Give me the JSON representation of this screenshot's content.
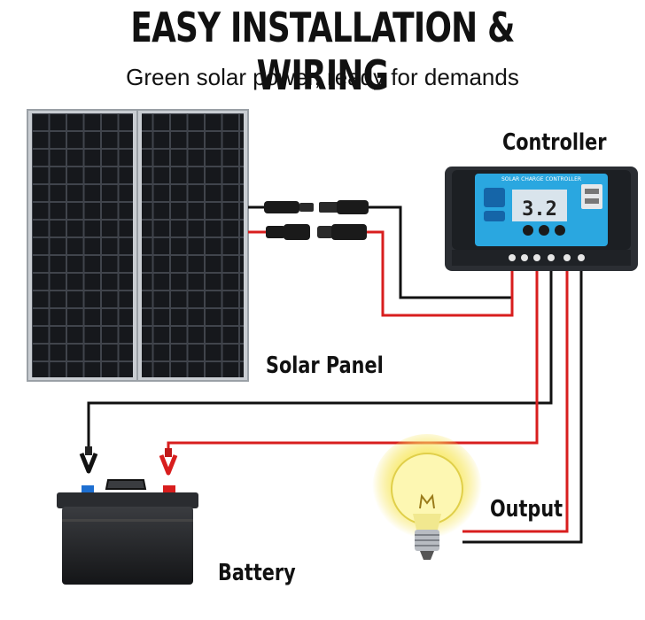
{
  "header": {
    "title": "EASY INSTALLATION & WIRING",
    "subtitle": "Green solar power, ready for demands"
  },
  "labels": {
    "controller": "Controller",
    "solar_panel": "Solar Panel",
    "battery": "Battery",
    "output": "Output"
  },
  "controller_screen": {
    "header": "SOLAR CHARGE CONTROLLER",
    "reading": "3.2"
  },
  "colors": {
    "positive_wire": "#d81e1e",
    "negative_wire": "#111111",
    "controller_screen": "#2aa7e0",
    "bulb_glow": "#f5e14a"
  }
}
